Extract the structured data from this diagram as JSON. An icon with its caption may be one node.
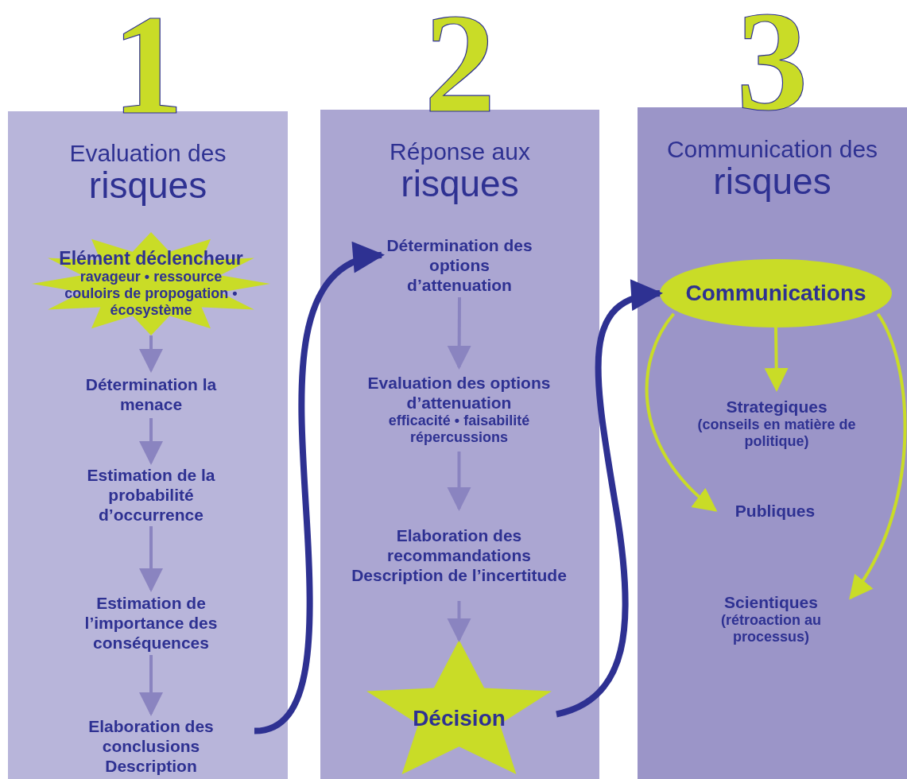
{
  "diagram": {
    "nodes": [
      {
        "text": [
          "1",
          "Evaluation des risques"
        ]
      },
      {
        "text": [
          "Elément déclencheur",
          "ravageur • ressource couloirs de propogation • écosystème"
        ],
        "in": 0
      },
      {
        "text": [
          "Détermination la menace"
        ],
        "in": 0
      },
      {
        "text": [
          "Estimation de la probabilité d’occurrence"
        ],
        "in": 0
      },
      {
        "text": [
          "Estimation de l’importance des conséquences"
        ],
        "in": 0
      },
      {
        "text": [
          "Elaboration des conclusions Description"
        ],
        "in": 0
      },
      {
        "text": [
          "2",
          "Réponse aux risques"
        ]
      },
      {
        "text": [
          "Détermination des options d’attenuation"
        ],
        "in": 6
      },
      {
        "text": [
          "Evaluation des options d’attenuation",
          "efficacité • faisabilité répercussions"
        ],
        "in": 6
      },
      {
        "text": [
          "Elaboration des recommandations Description de l’incertitude"
        ],
        "in": 6
      },
      {
        "text": [
          "Décision"
        ],
        "in": 6
      },
      {
        "text": [
          "3",
          "Communication des risques"
        ]
      },
      {
        "text": [
          "Communications"
        ],
        "in": 11
      },
      {
        "text": [
          "Strategiques",
          "(conseils en matière de politique)"
        ],
        "in": 11
      },
      {
        "text": [
          "Publiques"
        ],
        "in": 11
      },
      {
        "text": [
          "Scientiques",
          "(rétroaction au processus)"
        ],
        "in": 11
      }
    ],
    "edges": [
      {
        "from": 1,
        "to": 2,
        "arrow": "to"
      },
      {
        "from": 2,
        "to": 3,
        "arrow": "to"
      },
      {
        "from": 3,
        "to": 4,
        "arrow": "to"
      },
      {
        "from": 4,
        "to": 5,
        "arrow": "to"
      },
      {
        "from": 5,
        "to": 7,
        "arrow": "to",
        "style": "thick",
        "color": "#2e3192"
      },
      {
        "from": 7,
        "to": 8,
        "arrow": "to"
      },
      {
        "from": 8,
        "to": 9,
        "arrow": "to"
      },
      {
        "from": 9,
        "to": 10,
        "arrow": "to"
      },
      {
        "from": 10,
        "to": 12,
        "arrow": "to",
        "style": "thick",
        "color": "#2e3192"
      },
      {
        "from": 12,
        "to": 13,
        "arrow": "to",
        "color": "#c9dc27"
      },
      {
        "from": 12,
        "to": 14,
        "arrow": "to",
        "color": "#c9dc27"
      },
      {
        "from": 12,
        "to": 15,
        "arrow": "to",
        "color": "#c9dc27"
      }
    ]
  }
}
